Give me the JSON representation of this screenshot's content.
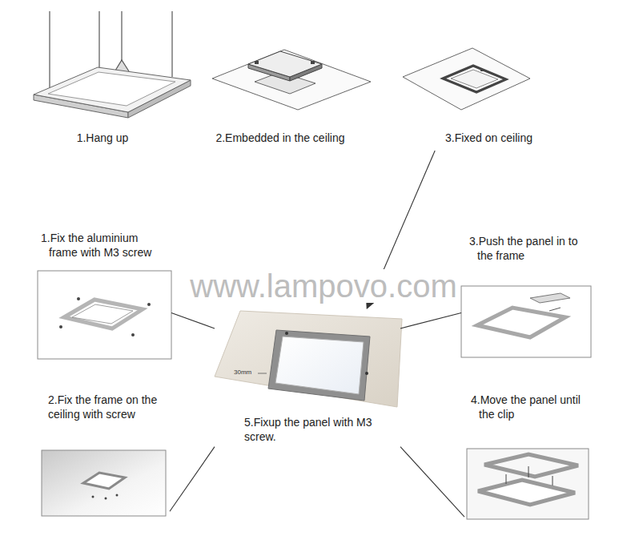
{
  "diagram": {
    "nodes": [
      {
        "text": [
          "1.Hang up"
        ]
      },
      {
        "text": [
          "2.Embedded in the ceiling"
        ]
      },
      {
        "text": [
          "3.Fixed on ceiling"
        ]
      },
      {
        "text": [
          "1.Fix the aluminium frame with M3 screw"
        ]
      },
      {
        "text": [
          "3.Push the panel in to the frame"
        ]
      },
      {
        "text": [
          "5.Fixup the panel with M3 screw."
        ]
      },
      {
        "text": [
          "2.Fix the frame on the ceiling with screw"
        ]
      },
      {
        "text": [
          "4.Move the panel until the clip"
        ]
      }
    ],
    "edges": [
      {
        "from": 2,
        "to": 5,
        "arrow": "to"
      },
      {
        "from": 3,
        "to": 5,
        "arrow": "none"
      },
      {
        "from": 4,
        "to": 5,
        "arrow": "none"
      },
      {
        "from": 6,
        "to": 5,
        "arrow": "none"
      },
      {
        "from": 7,
        "to": 5,
        "arrow": "none"
      }
    ],
    "labels": [
      "www.lampovo.com",
      "30mm"
    ]
  }
}
